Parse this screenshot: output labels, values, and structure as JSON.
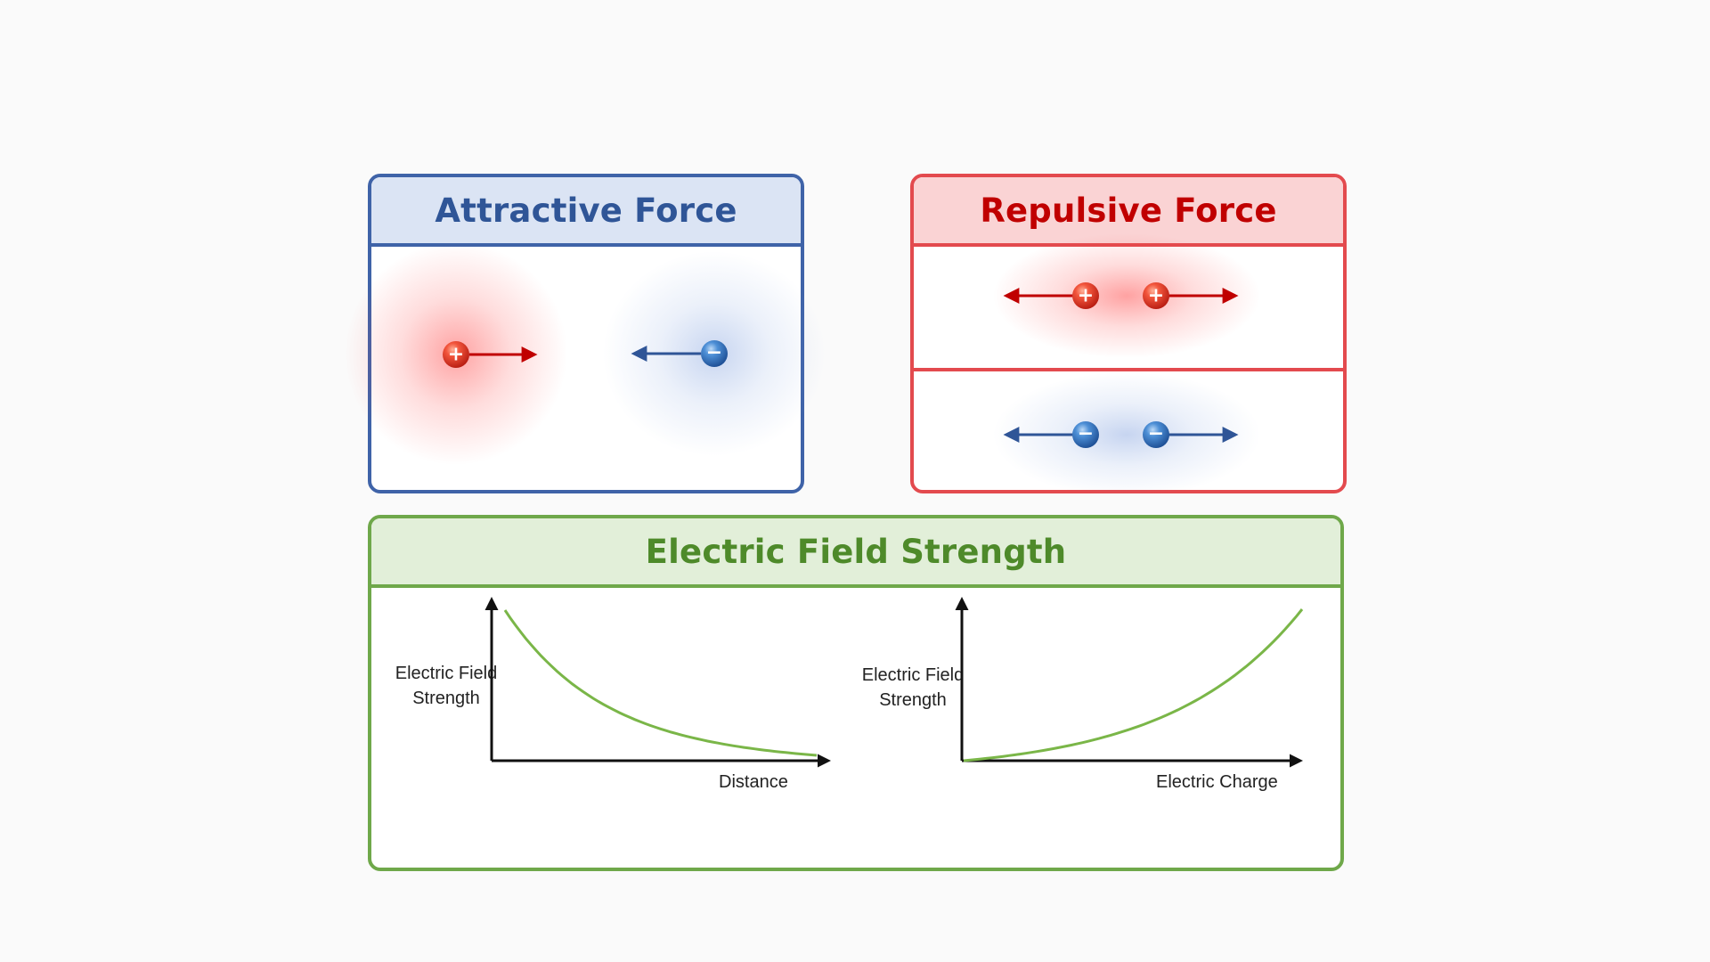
{
  "panels": {
    "attractive": {
      "title": "Attractive Force",
      "charges": [
        {
          "sign": "+",
          "arrow": "right"
        },
        {
          "sign": "−",
          "arrow": "left"
        }
      ]
    },
    "repulsive": {
      "title": "Repulsive Force",
      "rows": [
        {
          "charges": [
            {
              "sign": "+",
              "arrow": "left"
            },
            {
              "sign": "+",
              "arrow": "right"
            }
          ]
        },
        {
          "charges": [
            {
              "sign": "−",
              "arrow": "left"
            },
            {
              "sign": "−",
              "arrow": "right"
            }
          ]
        }
      ]
    },
    "field": {
      "title": "Electric Field Strength"
    }
  },
  "chart_data": [
    {
      "type": "line",
      "ylabel_line1": "Electric Field",
      "ylabel_line2": "Strength",
      "xlabel": "Distance",
      "trend": "decreasing"
    },
    {
      "type": "line",
      "ylabel_line1": "Electric Field",
      "ylabel_line2": "Strength",
      "xlabel": "Electric Charge",
      "trend": "increasing"
    }
  ],
  "colors": {
    "positive": "#e8392c",
    "negative": "#3b7fcc",
    "positive_arrow": "#c00000",
    "negative_arrow": "#2f5597",
    "attractive_border": "#3f63a8",
    "repulsive_border": "#e34a4e",
    "field_border": "#6fa84a",
    "curve": "#7ab648"
  }
}
